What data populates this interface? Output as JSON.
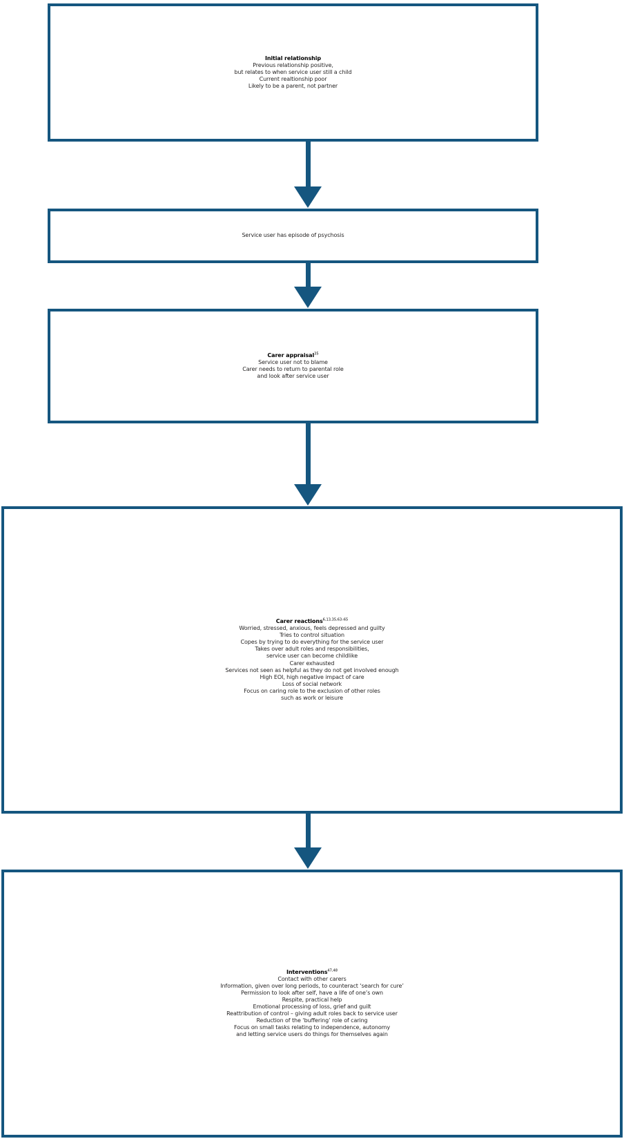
{
  "figure": {
    "type": "flowchart",
    "orientation": "vertical",
    "accent_color": "#15567f",
    "text_color": "#211f1f",
    "background_color": "#ffffff"
  },
  "nodes": [
    {
      "id": "initial-relationship",
      "heading": "Initial relationship",
      "heading_superscript": "",
      "lines": [
        "Previous relationship positive,",
        "but relates to when service user still a child",
        "Current realtionship poor",
        "Likely to be a parent, not partner"
      ]
    },
    {
      "id": "episode-of-psychosis",
      "heading": "",
      "heading_superscript": "",
      "lines": [
        "Service user has episode of psychosis"
      ]
    },
    {
      "id": "carer-appraisal",
      "heading": "Carer appraisal",
      "heading_superscript": "35",
      "lines": [
        "Service user not to blame",
        "Carer needs to return to parental role",
        "and look after service user"
      ]
    },
    {
      "id": "carer-reactions",
      "heading": "Carer reactions",
      "heading_superscript": "6,13,35,63–65",
      "lines": [
        "Worried, stressed, anxious, feels depressed and guilty",
        "Tries to control situation",
        "Copes by trying to do everything for the service user",
        "Takes over adult roles and responsibilities,",
        "service user can become childlike",
        "Carer exhausted",
        "Services not seen as helpful as they do not get involved enough",
        "High EOI, high negative impact of care",
        "Loss of social network",
        "Focus on caring role to the exclusion of other roles",
        "such as work or leisure"
      ]
    },
    {
      "id": "interventions",
      "heading": "Interventions",
      "heading_superscript": "47,48",
      "lines": [
        "Contact with other carers",
        "Information, given over long periods, to counteract ‘search for cure’",
        "Permission to look after self, have a life of one’s own",
        "Respite, practical help",
        "Emotional processing of loss, grief and guilt",
        "Reattribution of control – giving adult roles back to service user",
        "Reduction of the ‘buffering’ role of caring",
        "Focus on small tasks relating to independence, autonomy",
        "and letting service users do things for themselves again"
      ]
    }
  ],
  "connectors": [
    {
      "id": "initial-to-episode",
      "from": "initial-relationship",
      "to": "episode-of-psychosis",
      "style": "solid-arrow-down"
    },
    {
      "id": "episode-to-appraisal",
      "from": "episode-of-psychosis",
      "to": "carer-appraisal",
      "style": "solid-arrow-down"
    },
    {
      "id": "appraisal-to-reactions",
      "from": "carer-appraisal",
      "to": "carer-reactions",
      "style": "solid-arrow-down"
    },
    {
      "id": "reactions-to-interventions",
      "from": "carer-reactions",
      "to": "interventions",
      "style": "solid-arrow-down"
    }
  ]
}
